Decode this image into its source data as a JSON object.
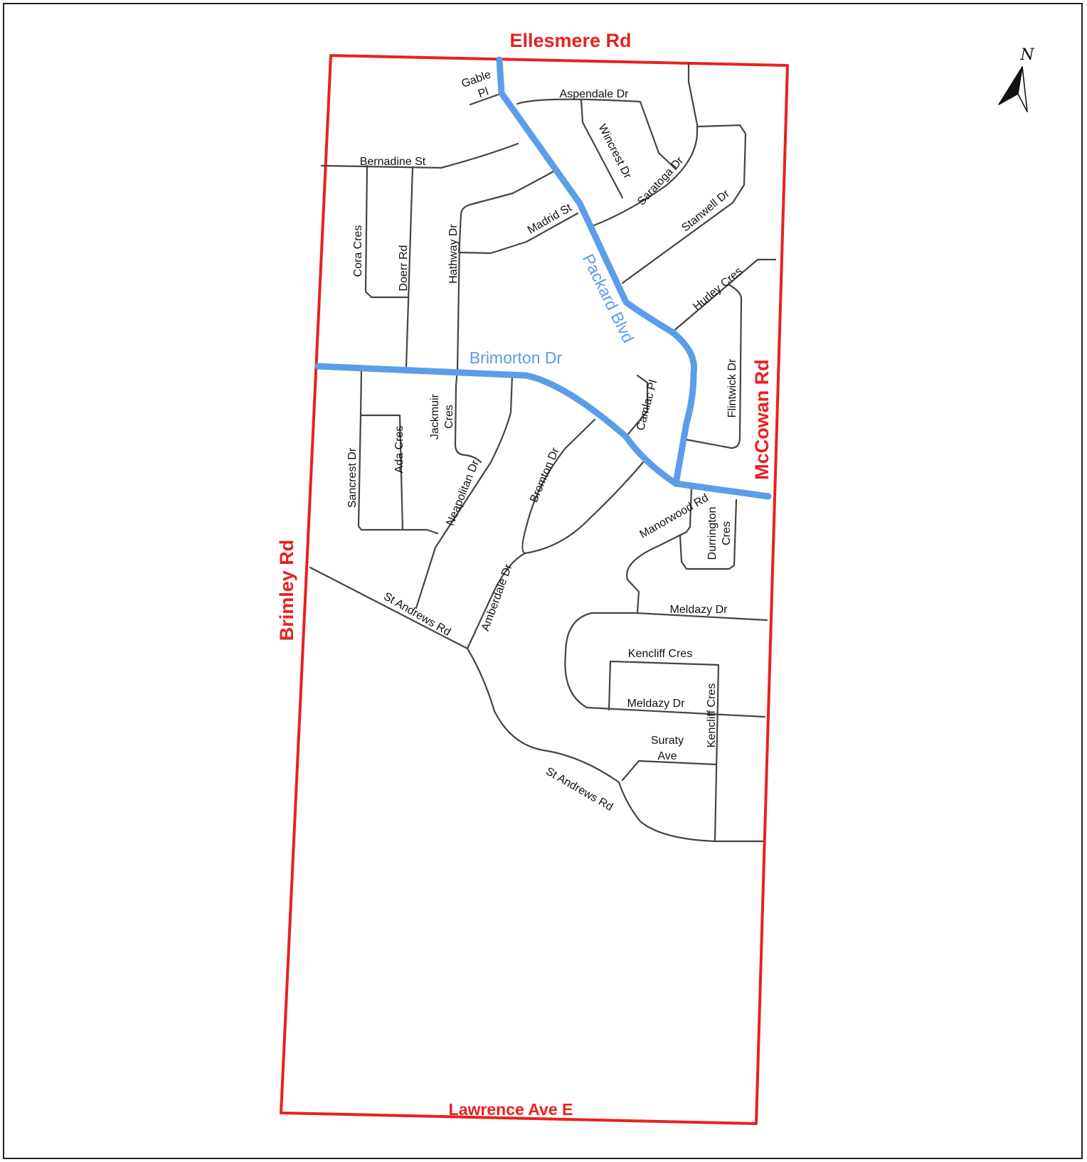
{
  "colors": {
    "boundary": "#e8211f",
    "major_street": "#5b9de8",
    "local_street": "#444444",
    "background": "#ffffff"
  },
  "compass": {
    "label": "N",
    "icon": "north-arrow-icon"
  },
  "boundary_roads": {
    "north": "Ellesmere Rd",
    "south": "Lawrence Ave E",
    "west": "Brimley Rd",
    "east": "McCowan Rd"
  },
  "major_streets": {
    "packard": "Packard Blvd",
    "brimorton": "Brimorton Dr"
  },
  "streets": {
    "gable_1": "Gable",
    "gable_2": "Pl",
    "aspendale": "Aspendale Dr",
    "bernadine": "Bernadine St",
    "wincrest": "Wincrest Dr",
    "saratoga": "Saratoga Dr",
    "madrid": "Madrid St",
    "stanwell": "Stanwell Dr",
    "cora": "Cora Cres",
    "doerr": "Doerr Rd",
    "hathway": "Hathway Dr",
    "hurley": "Hurley Cres",
    "flintwick": "Flintwick Dr",
    "camlac": "Camlac Pl",
    "jackmuir_1": "Jackmuir",
    "jackmuir_2": "Cres",
    "sancrest": "Sancrest Dr",
    "ada": "Ada Cres",
    "neapolitan": "Neapolitan Dr",
    "bromton": "Bromton Dr",
    "manorwood": "Manorwood Rd",
    "durrington_1": "Durrington",
    "durrington_2": "Cres",
    "amberdale": "Amberdale Dr",
    "st_andrews_north": "St Andrews Rd",
    "meldazy_north": "Meldazy Dr",
    "kencliff_horizontal": "Kencliff Cres",
    "meldazy_south": "Meldazy Dr",
    "kencliff_vertical": "Kencliff Cres",
    "suraty_1": "Suraty",
    "suraty_2": "Ave",
    "st_andrews_south": "St Andrews Rd"
  }
}
